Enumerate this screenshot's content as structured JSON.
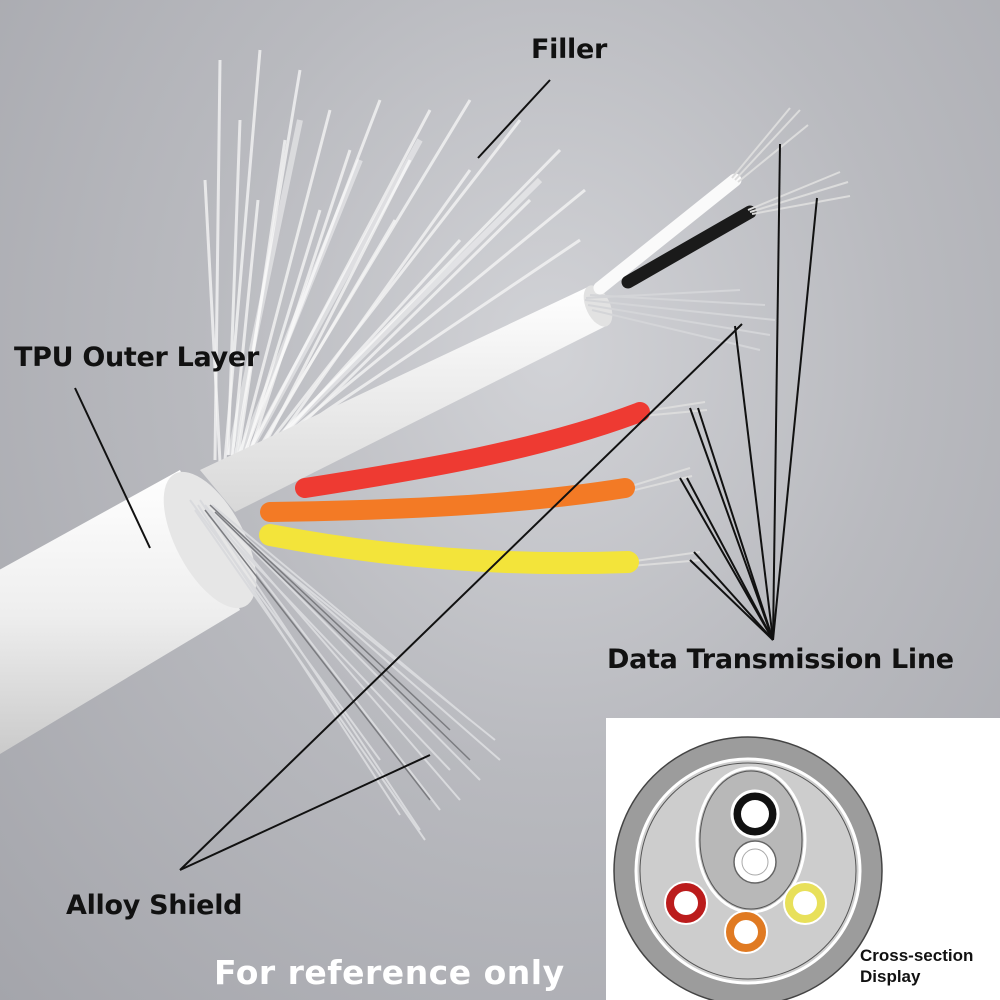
{
  "labels": {
    "filler": "Filler",
    "tpu_outer_layer": "TPU Outer Layer",
    "data_transmission_line": "Data Transmission Line",
    "alloy_shield": "Alloy Shield",
    "disclaimer": "For reference only"
  },
  "cross_section": {
    "caption_line1": "Cross-section",
    "caption_line2": "Display"
  },
  "colors": {
    "jacket": "#f1f1f1",
    "shield": "#c8c9cc",
    "wire_red": "#ee3a32",
    "wire_orange": "#f37a25",
    "wire_yellow": "#f3e43a",
    "wire_black": "#1a1a1a",
    "wire_white": "#f7f7f7",
    "background": "#b9babf"
  },
  "icons": [
    "cable-photo-illustration",
    "cross-section-diagram"
  ]
}
